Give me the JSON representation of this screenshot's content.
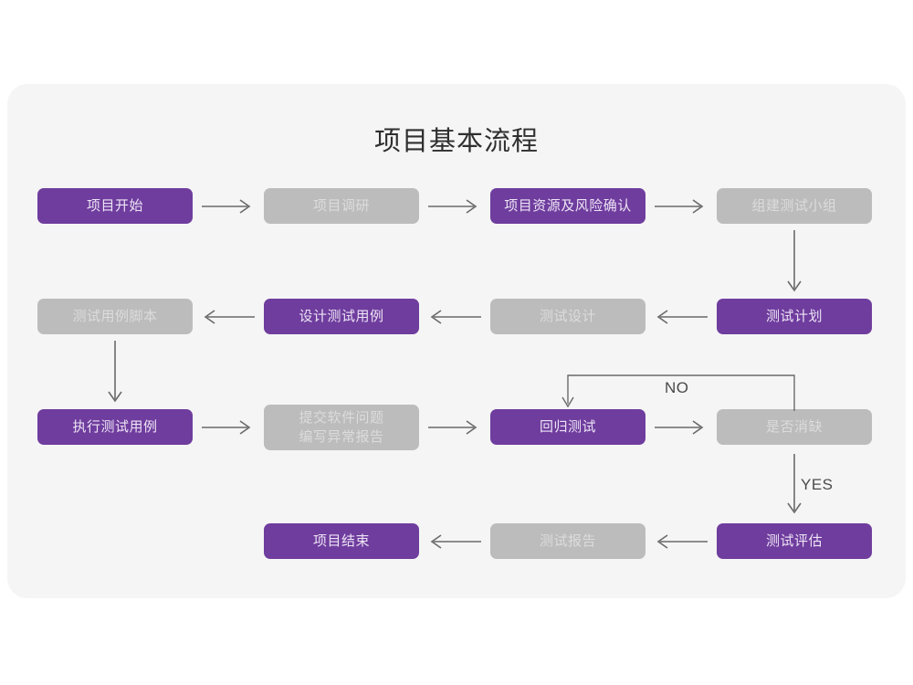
{
  "card": {
    "background": "#f5f5f5",
    "title": "项目基本流程"
  },
  "palette": {
    "purple": "#6f3d9e",
    "purple_text": "#ede4f5",
    "gray": "#bcbcbc",
    "gray_text": "#dcdcdc",
    "arrow": "#6a6a6a",
    "page_background": "#ffffff",
    "title_text": "#2f2f2f"
  },
  "nodes": [
    {
      "id": "project-start",
      "label": "项目开始",
      "style": "purple",
      "row": 1,
      "col": 1
    },
    {
      "id": "project-research",
      "label": "项目调研",
      "style": "gray",
      "row": 1,
      "col": 2
    },
    {
      "id": "resource-risk",
      "label": "项目资源及风险确认",
      "style": "purple",
      "row": 1,
      "col": 3
    },
    {
      "id": "build-test-team",
      "label": "组建测试小组",
      "style": "gray",
      "row": 1,
      "col": 4
    },
    {
      "id": "testcase-script",
      "label": "测试用例脚本",
      "style": "gray",
      "row": 2,
      "col": 1
    },
    {
      "id": "design-testcase",
      "label": "设计测试用例",
      "style": "purple",
      "row": 2,
      "col": 2
    },
    {
      "id": "test-design",
      "label": "测试设计",
      "style": "gray",
      "row": 2,
      "col": 3
    },
    {
      "id": "test-plan",
      "label": "测试计划",
      "style": "purple",
      "row": 2,
      "col": 4
    },
    {
      "id": "execute-testcase",
      "label": "执行测试用例",
      "style": "purple",
      "row": 3,
      "col": 1
    },
    {
      "id": "submit-issue",
      "label": "提交软件问题\n编写异常报告",
      "style": "gray",
      "row": 3,
      "col": 2
    },
    {
      "id": "regression-test",
      "label": "回归测试",
      "style": "purple",
      "row": 3,
      "col": 3
    },
    {
      "id": "defect-cleared",
      "label": "是否消缺",
      "style": "gray",
      "row": 3,
      "col": 4
    },
    {
      "id": "project-end",
      "label": "项目结束",
      "style": "purple",
      "row": 4,
      "col": 2
    },
    {
      "id": "test-report",
      "label": "测试报告",
      "style": "gray",
      "row": 4,
      "col": 3
    },
    {
      "id": "test-evaluation",
      "label": "测试评估",
      "style": "purple",
      "row": 4,
      "col": 4
    }
  ],
  "edges": [
    {
      "id": "e1",
      "from": "project-start",
      "to": "project-research",
      "direction": "right",
      "label": ""
    },
    {
      "id": "e2",
      "from": "project-research",
      "to": "resource-risk",
      "direction": "right",
      "label": ""
    },
    {
      "id": "e3",
      "from": "resource-risk",
      "to": "build-test-team",
      "direction": "right",
      "label": ""
    },
    {
      "id": "e4",
      "from": "build-test-team",
      "to": "test-plan",
      "direction": "down",
      "label": ""
    },
    {
      "id": "e5",
      "from": "test-plan",
      "to": "test-design",
      "direction": "left",
      "label": ""
    },
    {
      "id": "e6",
      "from": "test-design",
      "to": "design-testcase",
      "direction": "left",
      "label": ""
    },
    {
      "id": "e7",
      "from": "design-testcase",
      "to": "testcase-script",
      "direction": "left",
      "label": ""
    },
    {
      "id": "e8",
      "from": "testcase-script",
      "to": "execute-testcase",
      "direction": "down",
      "label": ""
    },
    {
      "id": "e9",
      "from": "execute-testcase",
      "to": "submit-issue",
      "direction": "right",
      "label": ""
    },
    {
      "id": "e10",
      "from": "submit-issue",
      "to": "regression-test",
      "direction": "right",
      "label": ""
    },
    {
      "id": "e11",
      "from": "regression-test",
      "to": "defect-cleared",
      "direction": "right",
      "label": ""
    },
    {
      "id": "e12",
      "from": "defect-cleared",
      "to": "regression-test",
      "direction": "loop-up-left",
      "label": "NO"
    },
    {
      "id": "e13",
      "from": "defect-cleared",
      "to": "test-evaluation",
      "direction": "down",
      "label": "YES"
    },
    {
      "id": "e14",
      "from": "test-evaluation",
      "to": "test-report",
      "direction": "left",
      "label": ""
    },
    {
      "id": "e15",
      "from": "test-report",
      "to": "project-end",
      "direction": "left",
      "label": ""
    }
  ],
  "labels": {
    "no": "NO",
    "yes": "YES"
  }
}
